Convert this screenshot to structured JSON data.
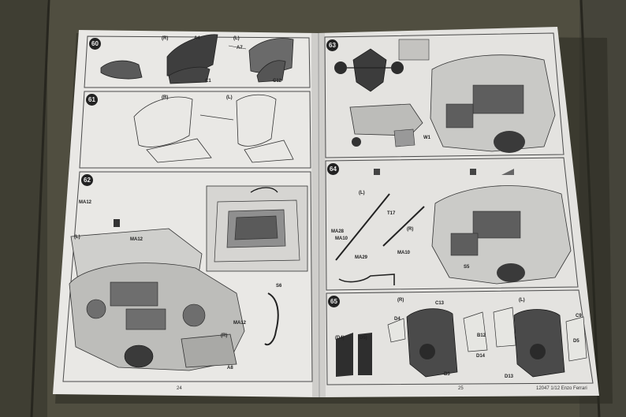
{
  "pages": {
    "left_number": "24",
    "right_number": "25",
    "footer_right": "12047 1/12 Enzo Ferrari"
  },
  "steps": {
    "s60": "60",
    "s61": "61",
    "s62": "62",
    "s63": "63",
    "s64": "64",
    "s65": "65"
  },
  "part_labels": {
    "a4": "A4",
    "c1": "C1",
    "a7": "A7",
    "c12": "C12",
    "ma12_top": "MA12",
    "ma12_mid": "MA12",
    "ma12_bot": "MA12",
    "a8": "A8",
    "s6": "S6",
    "s5": "S5",
    "ma28": "MA28",
    "ma10_a": "MA10",
    "ma10_b": "MA10",
    "ma29": "MA29",
    "t17": "T17",
    "w1": "W1",
    "d4": "D4",
    "d5": "D5",
    "c13": "C13",
    "d14": "D14",
    "b12": "B12",
    "b3": "B3",
    "c9": "C9",
    "d13": "D13",
    "l_top": "(L)",
    "r_top": "(R)",
    "l_61": "(L)",
    "r_61": "(R)",
    "l_62": "(L)",
    "r_62": "(R)",
    "l_64": "(L)",
    "r_64": "(R)",
    "l_65": "(L)",
    "r_65": "(R)",
    "d4_box": "(D4)",
    "d5_box": "(D5)"
  }
}
